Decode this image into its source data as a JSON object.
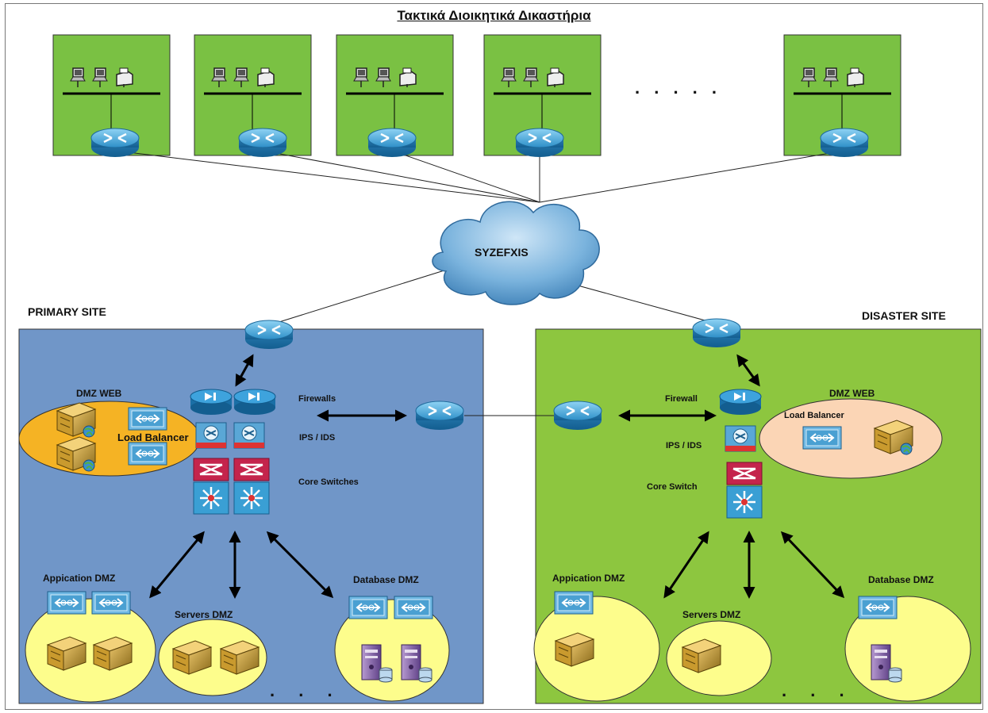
{
  "title": "Τακτικά Διοικητικά Δικαστήρια",
  "cloud_label": "SYZEFXIS",
  "ellipsis": ". . . . .",
  "primary": {
    "site_label": "PRIMARY SITE",
    "dmz_web": "DMZ WEB",
    "load_balancer": "Load Balancer",
    "firewalls": "Firewalls",
    "ips_ids": "IPS / IDS",
    "core_switches": "Core Switches",
    "application_dmz": "Appication DMZ",
    "servers_dmz": "Servers DMZ",
    "database_dmz": "Database DMZ",
    "ellipsis": ". . ."
  },
  "disaster": {
    "site_label": "DISASTER SITE",
    "dmz_web": "DMZ WEB",
    "load_balancer": "Load Balancer",
    "firewall": "Firewall",
    "ips_ids": "IPS / IDS",
    "core_switch": "Core Switch",
    "application_dmz": "Appication DMZ",
    "servers_dmz": "Servers DMZ",
    "database_dmz": "Database DMZ",
    "ellipsis": ". . ."
  },
  "colors": {
    "branch_green": "#7ac143",
    "primary_blue": "#7096c8",
    "disaster_green": "#8dc63f",
    "web_zone_primary": "#f5b324",
    "web_zone_disaster": "#fbd5b5",
    "zone_yellow": "#fdfd8c",
    "router_blue": "#2e8fc8",
    "switch_red": "#c4244c"
  }
}
